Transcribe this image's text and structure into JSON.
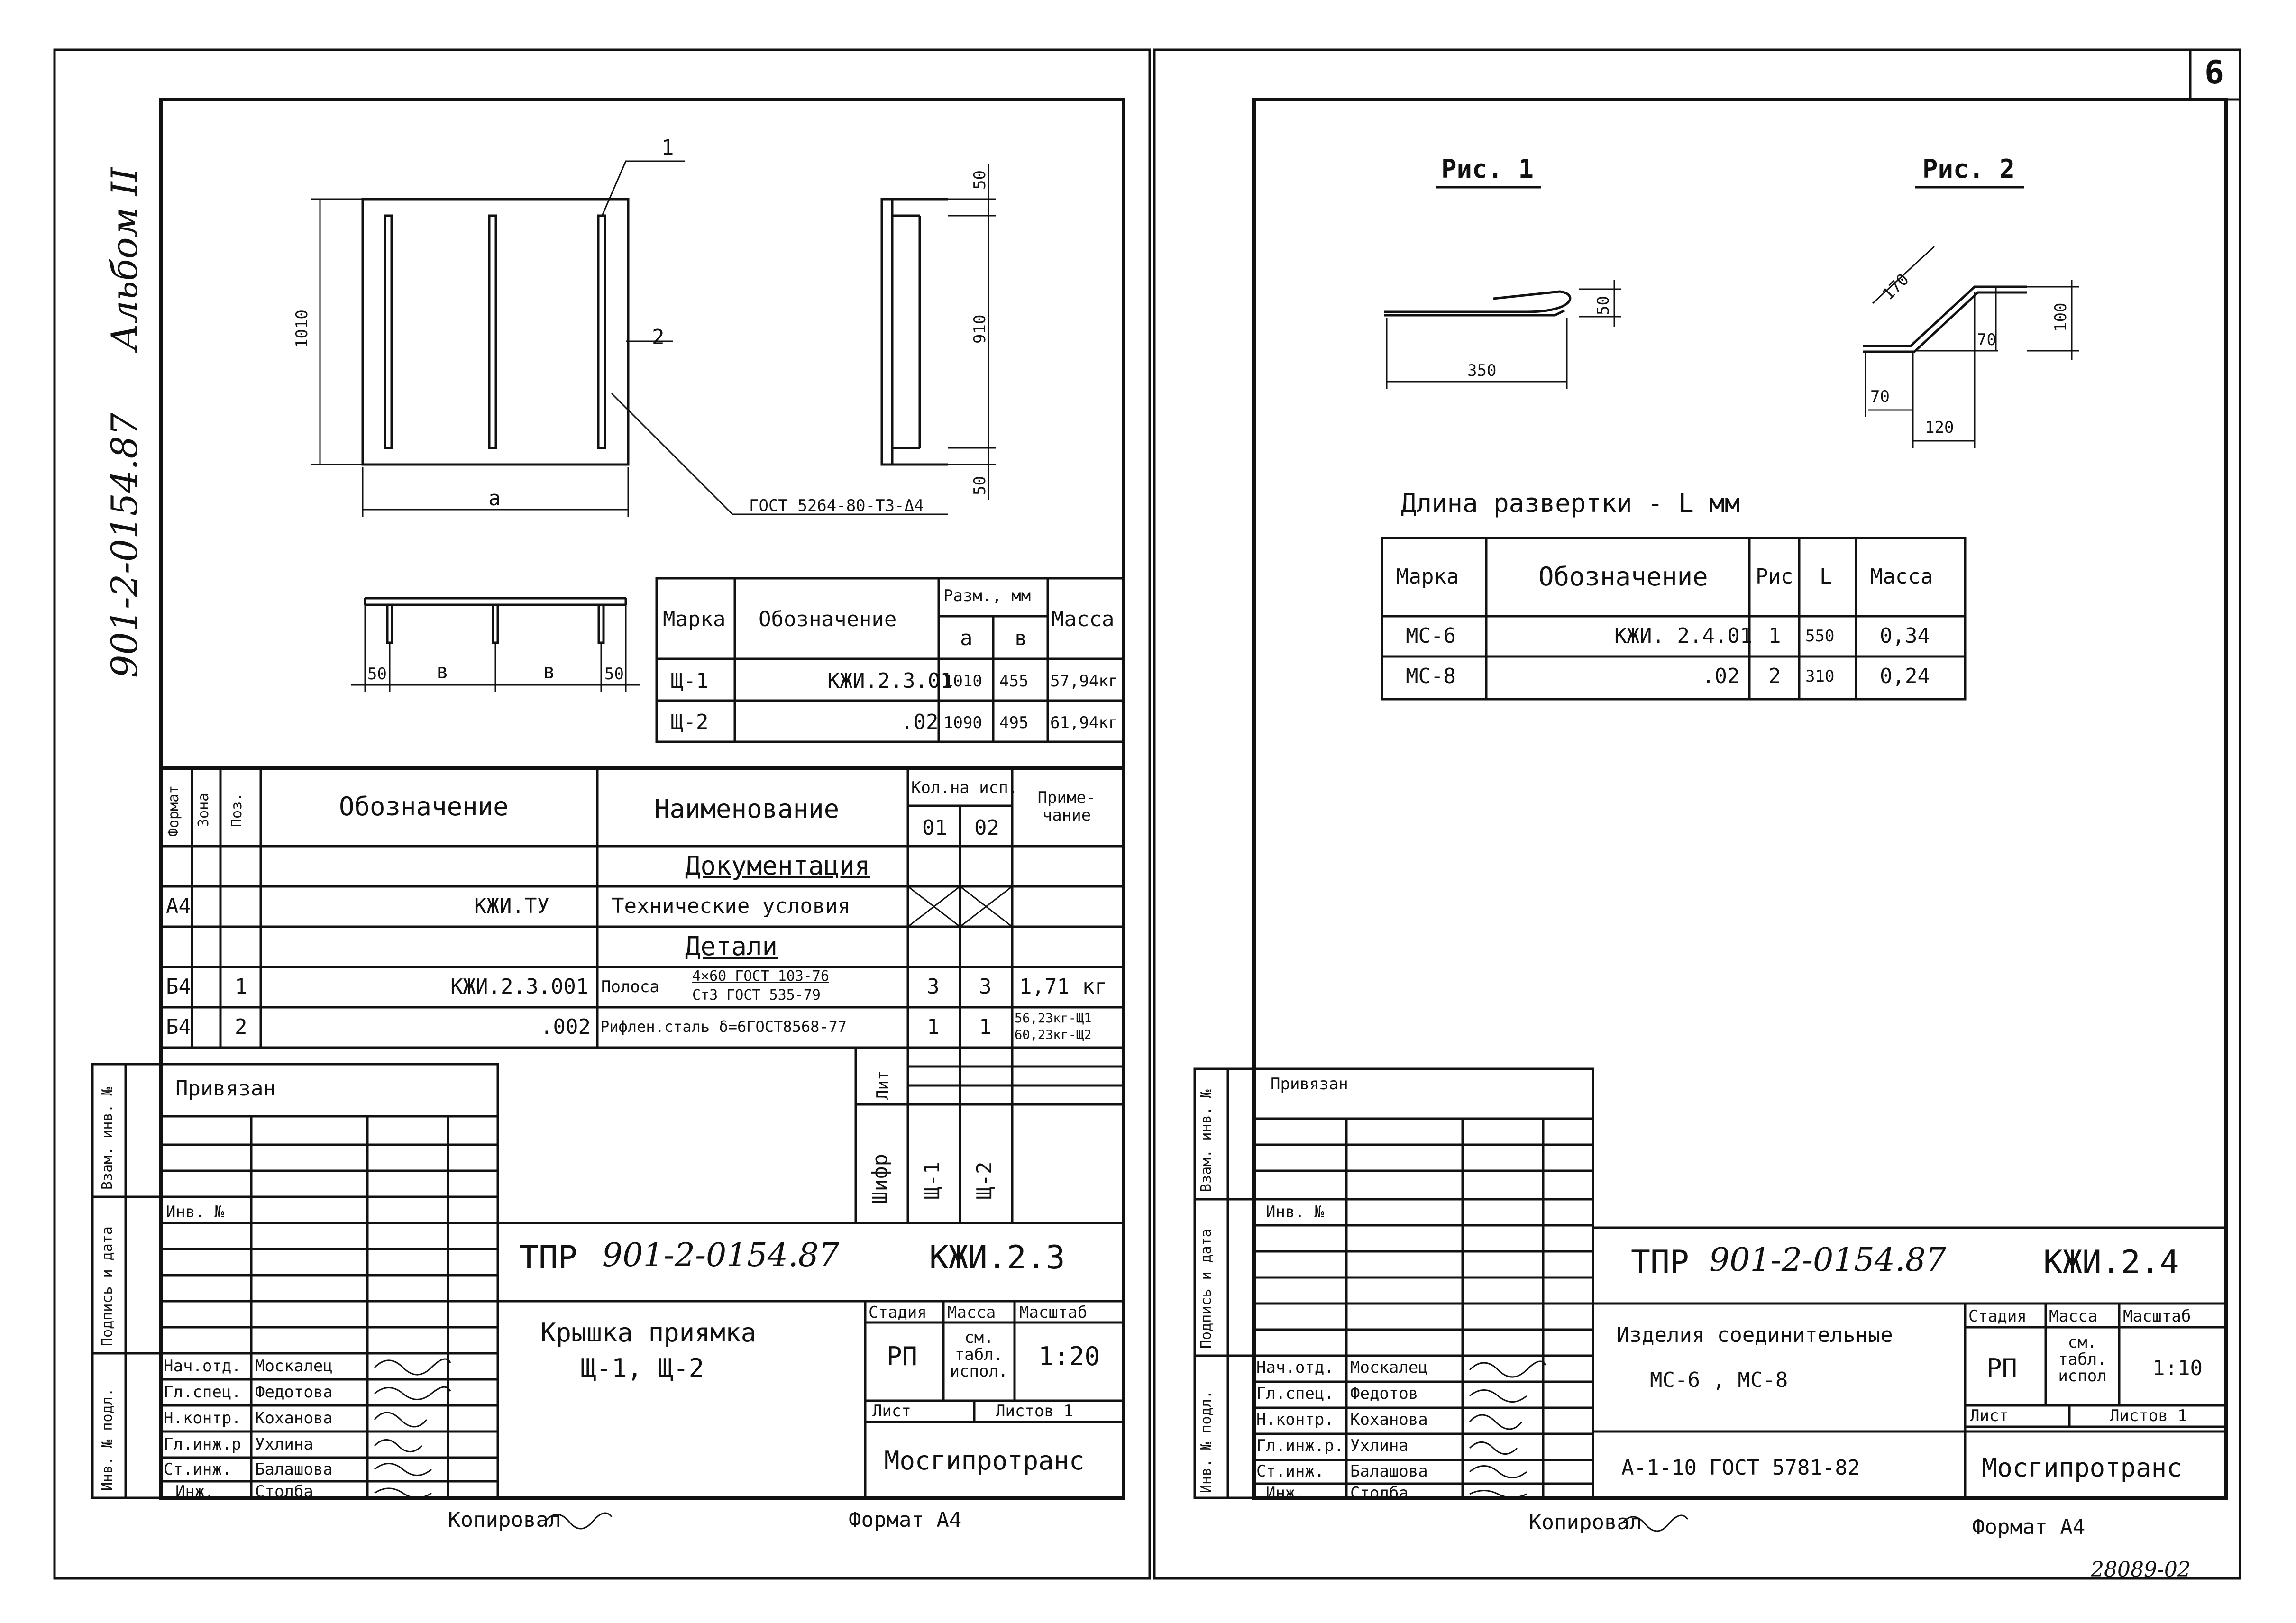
{
  "page_number": "6",
  "stamp_bottom_right": "28089-02",
  "left": {
    "margin_album": "Альбом II",
    "margin_code": "901-2-0154.87",
    "callout_1": "1",
    "callout_2": "2",
    "dim_1010": "1010",
    "dim_a": "a",
    "dim_50_top": "50",
    "dim_910": "910",
    "dim_50_bot": "50",
    "gost_note": "ГОСТ 5264-80-Т3-Δ4",
    "dim_side_50a": "50",
    "dim_b1": "в",
    "dim_b2": "в",
    "dim_side_50b": "50",
    "param_table": {
      "h_marka": "Марка",
      "h_oboz": "Обозначение",
      "h_razm": "Разм., мм",
      "h_a": "a",
      "h_b": "в",
      "h_massa": "Масса",
      "rows": [
        {
          "marka": "Щ-1",
          "oboz": "КЖИ.2.3.01",
          "a": "1010",
          "b": "455",
          "massa": "57,94кг"
        },
        {
          "marka": "Щ-2",
          "oboz": ".02",
          "a": "1090",
          "b": "495",
          "massa": "61,94кг"
        }
      ]
    },
    "spec": {
      "h_format": "Формат",
      "h_zona": "Зона",
      "h_poz": "Поз.",
      "h_oboz": "Обозначение",
      "h_naim": "Наименование",
      "h_kol": "Кол.на исп.",
      "h_01": "01",
      "h_02": "02",
      "h_prim": "Приме-чание",
      "sec_doc": "Документация",
      "row_doc": {
        "format": "А4",
        "oboz": "КЖИ.ТУ",
        "naim": "Технические условия"
      },
      "sec_det": "Детали",
      "row1": {
        "format": "Б4",
        "poz": "1",
        "oboz": "КЖИ.2.3.001",
        "naim": "Полоса",
        "frac_top": "4×60 ГОСТ 103-76",
        "frac_bot": "Ст3 ГОСТ 535-79",
        "q1": "3",
        "q2": "3",
        "prim": "1,71 кг"
      },
      "row2": {
        "format": "Б4",
        "poz": "2",
        "oboz": ".002",
        "naim": "Рифлен.сталь δ=6ГОСТ8568-77",
        "q1": "1",
        "q2": "1",
        "prim1": "56,23кг-Щ1",
        "prim2": "60,23кг-Щ2"
      }
    },
    "lit": "Лит",
    "shifr": "Шифр",
    "shifr_1": "Щ-1",
    "shifr_2": "Щ-2",
    "title_block": {
      "privyazan": "Привязан",
      "inv_no": "Инв. №",
      "side_vzam": "Взам. инв. №",
      "side_podp": "Подпись и дата",
      "side_inv": "Инв. № подл.",
      "tpr": "ТПР",
      "project": "901-2-0154.87",
      "code": "КЖИ.2.3",
      "name1": "Крышка приямка",
      "name2": "Щ-1, Щ-2",
      "stadia_h": "Стадия",
      "massa_h": "Масса",
      "masshtab_h": "Масштаб",
      "stadia": "РП",
      "massa_v": "см. табл. испол.",
      "masshtab": "1:20",
      "list": "Лист",
      "listov": "Листов 1",
      "org": "Мосгипротранс",
      "people": [
        {
          "role": "Нач.отд.",
          "name": "Москалец"
        },
        {
          "role": "Гл.спец.",
          "name": "Федотова"
        },
        {
          "role": "Н.контр.",
          "name": "Коханова"
        },
        {
          "role": "Гл.инж.р",
          "name": "Ухлина"
        },
        {
          "role": "Ст.инж.",
          "name": "Балашова"
        },
        {
          "role": "Инж.",
          "name": "Столба"
        }
      ]
    },
    "kopiroval": "Копировал",
    "format": "Формат А4"
  },
  "right": {
    "fig1": "Рис. 1",
    "fig2": "Рис. 2",
    "f1_50": "50",
    "f1_350": "350",
    "f2_170": "170",
    "f2_100": "100",
    "f2_70a": "70",
    "f2_70b": "70",
    "f2_120": "120",
    "dlina": "Длина развертки - L мм",
    "table": {
      "h_marka": "Марка",
      "h_oboz": "Обозначение",
      "h_ris": "Рис",
      "h_l": "L",
      "h_massa": "Масса",
      "rows": [
        {
          "marka": "МС-6",
          "oboz": "КЖИ. 2.4.01",
          "ris": "1",
          "l": "550",
          "massa": "0,34"
        },
        {
          "marka": "МС-8",
          "oboz": ".02",
          "ris": "2",
          "l": "310",
          "massa": "0,24"
        }
      ]
    },
    "title_block": {
      "privyazan": "Привязан",
      "inv_no": "Инв. №",
      "side_vzam": "Взам. инв. №",
      "side_podp": "Подпись и дата",
      "side_inv": "Инв. № подл.",
      "tpr": "ТПР",
      "project": "901-2-0154.87",
      "code": "КЖИ.2.4",
      "name1": "Изделия соединительные",
      "name2": "МС-6 , МС-8",
      "note": "А-1-10 ГОСТ 5781-82",
      "stadia_h": "Стадия",
      "massa_h": "Масса",
      "masshtab_h": "Масштаб",
      "stadia": "РП",
      "massa_v": "см. табл. испол",
      "masshtab": "1:10",
      "list": "Лист",
      "listov": "Листов 1",
      "org": "Мосгипротранс",
      "people": [
        {
          "role": "Нач.отд.",
          "name": "Москалец"
        },
        {
          "role": "Гл.спец.",
          "name": "Федотов"
        },
        {
          "role": "Н.контр.",
          "name": "Коханова"
        },
        {
          "role": "Гл.инж.р.",
          "name": "Ухлина"
        },
        {
          "role": "Ст.инж.",
          "name": "Балашова"
        },
        {
          "role": "Инж.",
          "name": "Столба"
        }
      ]
    },
    "kopiroval": "Копировал",
    "format": "Формат А4"
  }
}
